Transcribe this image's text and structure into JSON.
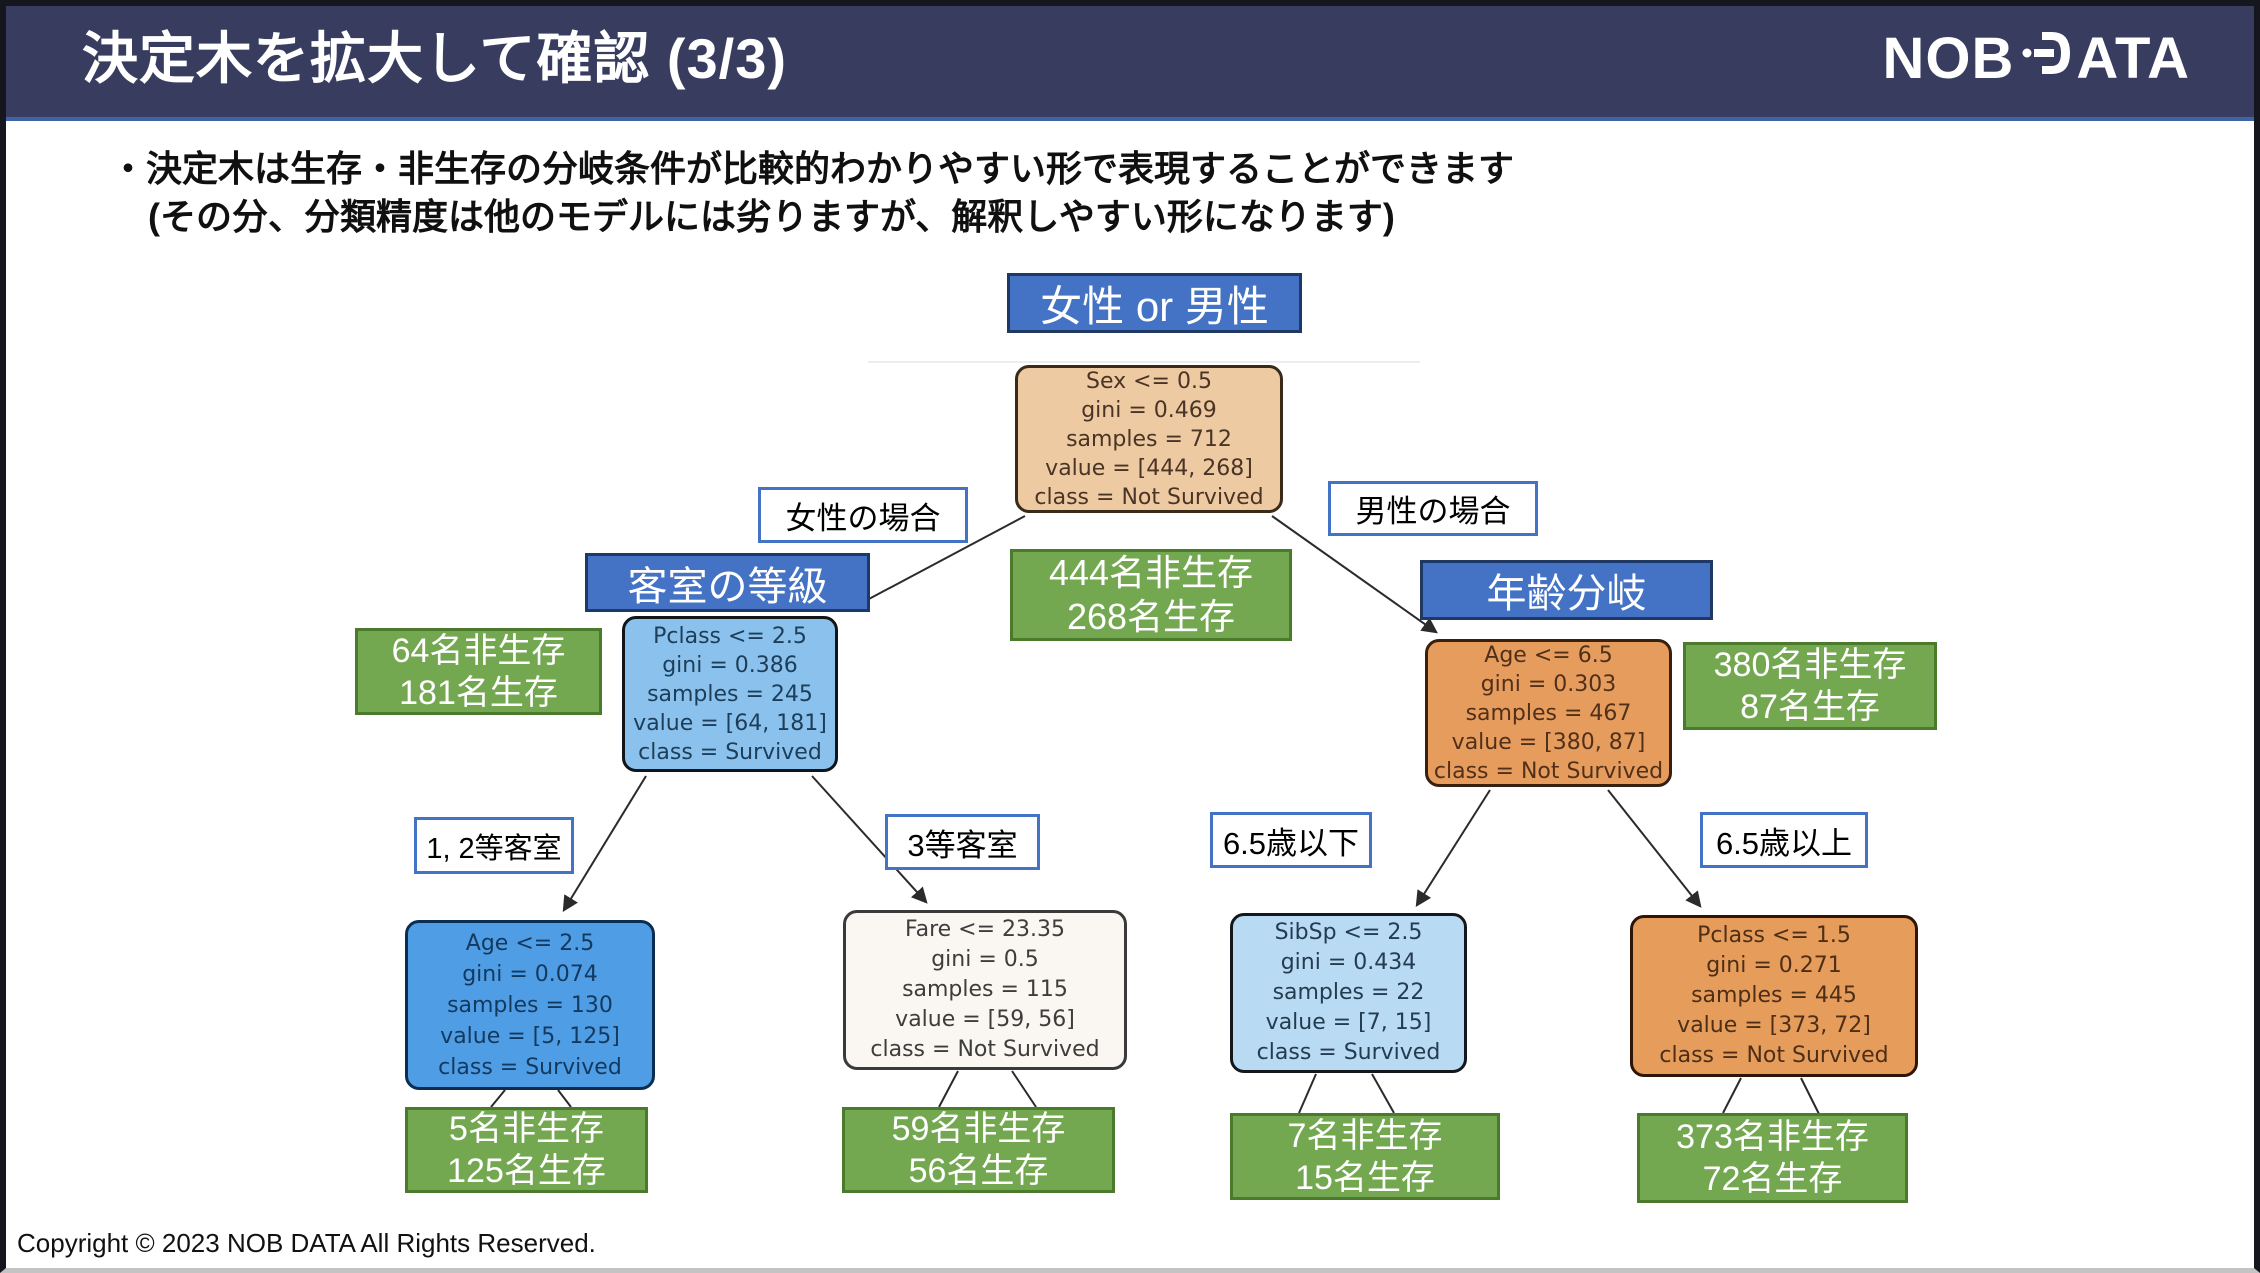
{
  "header": {
    "title": "決定木を拡大して確認 (3/3)",
    "logo_left": "NOB",
    "logo_right": "ATA"
  },
  "intro": {
    "line1": "・決定木は生存・非生存の分岐条件が比較的わかりやすい形で表現することができます",
    "line2": "(その分、分類精度は他のモデルには劣りますが、解釈しやすい形になります)"
  },
  "tree": {
    "annotations": {
      "root": "女性 or 男性",
      "left": "客室の等級",
      "right": "年齢分岐"
    },
    "edge_labels": {
      "female": "女性の場合",
      "male": "男性の場合",
      "class12": "1, 2等客室",
      "class3": "3等客室",
      "age_under": "6.5歳以下",
      "age_over": "6.5歳以上"
    },
    "nodes": {
      "root": {
        "lines": [
          "Sex <= 0.5",
          "gini = 0.469",
          "samples = 712",
          "value = [444, 268]",
          "class = Not Survived"
        ]
      },
      "pclass": {
        "lines": [
          "Pclass <= 2.5",
          "gini = 0.386",
          "samples = 245",
          "value = [64, 181]",
          "class = Survived"
        ]
      },
      "age65": {
        "lines": [
          "Age <= 6.5",
          "gini = 0.303",
          "samples = 467",
          "value = [380, 87]",
          "class = Not Survived"
        ]
      },
      "age25": {
        "lines": [
          "Age <= 2.5",
          "gini = 0.074",
          "samples = 130",
          "value = [5, 125]",
          "class = Survived"
        ]
      },
      "fare": {
        "lines": [
          "Fare <= 23.35",
          "gini = 0.5",
          "samples = 115",
          "value = [59, 56]",
          "class = Not Survived"
        ]
      },
      "sibsp": {
        "lines": [
          "SibSp <= 2.5",
          "gini = 0.434",
          "samples = 22",
          "value = [7, 15]",
          "class = Survived"
        ]
      },
      "pclass15": {
        "lines": [
          "Pclass <= 1.5",
          "gini = 0.271",
          "samples = 445",
          "value = [373, 72]",
          "class = Not Survived"
        ]
      }
    },
    "leaves": {
      "root_leaf": [
        "444名非生存",
        "268名生存"
      ],
      "female_leaf": [
        "64名非生存",
        "181名生存"
      ],
      "male_leaf": [
        "380名非生存",
        "87名生存"
      ],
      "age25_leaf": [
        "5名非生存",
        "125名生存"
      ],
      "fare_leaf": [
        "59名非生存",
        "56名生存"
      ],
      "sibsp_leaf": [
        "7名非生存",
        "15名生存"
      ],
      "pclass15_leaf": [
        "373名非生存",
        "72名生存"
      ]
    }
  },
  "footer": {
    "copyright": "Copyright © 2023 NOB DATA All Rights Reserved."
  },
  "colors": {
    "header_bg": "#383d60",
    "header_accent_line": "#3c64a6",
    "annotation_blue": "#4472c4",
    "annotation_blue_border": "#1f3864",
    "leaf_green": "#74a850",
    "leaf_green_border": "#4c7a2c",
    "node_root_tan": "#eecaa2",
    "node_blue_strong": "#4f9de4",
    "node_blue": "#8ac2ed",
    "node_blue_pale": "#b9daf3",
    "node_orange": "#e69c5d",
    "node_white": "#faf6f1",
    "edge_line": "#2b2b2b"
  }
}
